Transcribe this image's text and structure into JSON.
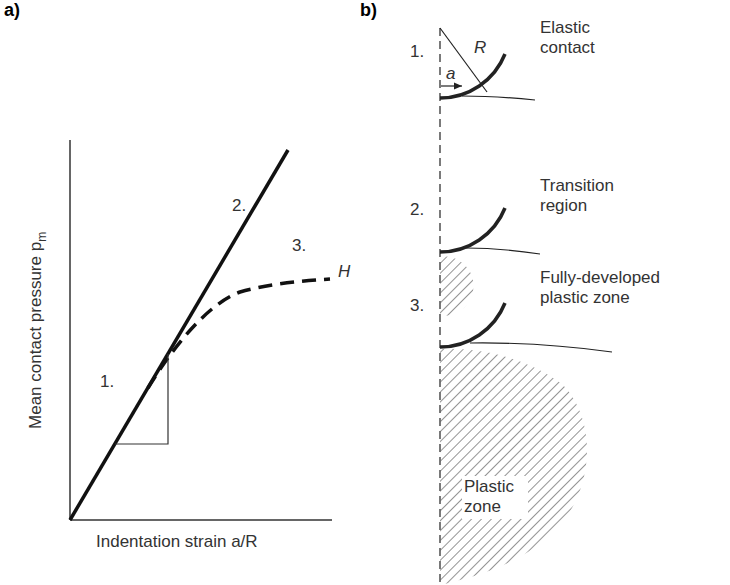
{
  "diagram": {
    "labels": [
      "a)",
      "b)",
      "Mean contact pressure p",
      "m",
      "Indentation strain a/R",
      "1.",
      "2.",
      "3.",
      "H",
      "1.",
      "Elastic contact",
      "R",
      "a",
      "2.",
      "Transition region",
      "3.",
      "Fully-developed plastic zone",
      "Plastic zone"
    ]
  }
}
